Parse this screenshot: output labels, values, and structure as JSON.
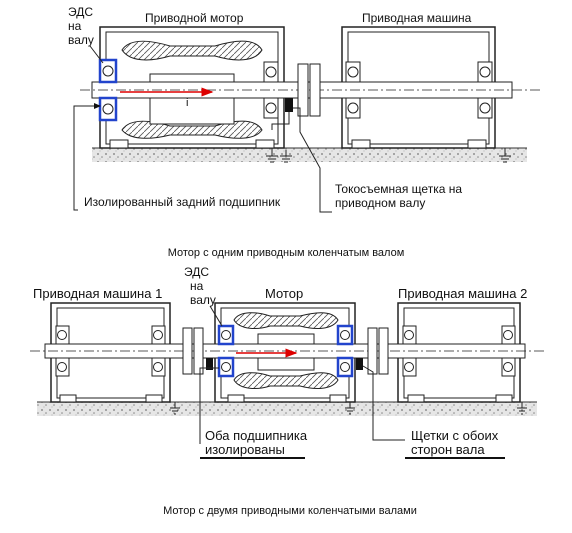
{
  "diagram_top": {
    "label_emf": [
      "ЭДС",
      "на",
      "валу"
    ],
    "label_motor": "Приводной мотор",
    "label_machine": "Приводная машина",
    "label_current": "i",
    "label_brush": [
      "Токосъемная щетка на",
      "приводном валу"
    ],
    "label_bearing": "Изолированный задний подшипник",
    "caption": "Мотор с одним приводным коленчатым валом"
  },
  "diagram_bottom": {
    "label_machine1": "Приводная машина 1",
    "label_emf": [
      "ЭДС",
      "на",
      "валу"
    ],
    "label_motor": "Мотор",
    "label_machine2": "Приводная машина 2",
    "label_bearings": [
      "Оба подшипника",
      "изолированы"
    ],
    "label_brushes": [
      "Щетки с обоих",
      "сторон вала"
    ],
    "caption": "Мотор с двумя приводными коленчатыми валами"
  },
  "colors": {
    "insulation": "#2244cc",
    "current_arrow": "#dd0000",
    "brush": "#111111"
  }
}
